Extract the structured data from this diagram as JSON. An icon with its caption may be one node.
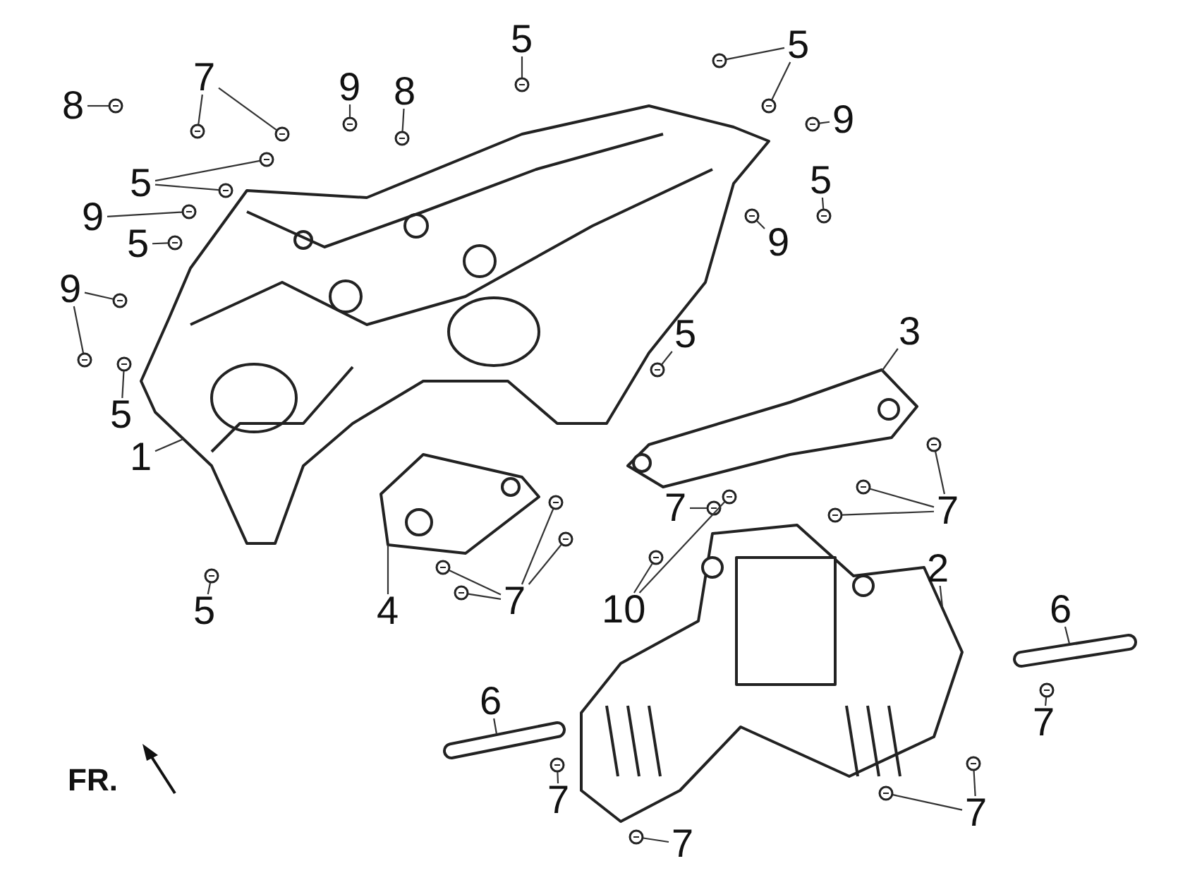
{
  "diagram": {
    "nodes": [
      {
        "text": [
          "8"
        ]
      },
      {
        "text": [
          "7"
        ]
      },
      {
        "text": [
          "9"
        ]
      },
      {
        "text": [
          "8"
        ]
      },
      {
        "text": [
          "5"
        ]
      },
      {
        "text": [
          "5"
        ]
      },
      {
        "text": [
          "9"
        ]
      },
      {
        "text": [
          "5"
        ]
      },
      {
        "text": [
          "9"
        ]
      },
      {
        "text": [
          "5"
        ]
      },
      {
        "text": [
          "5"
        ]
      },
      {
        "text": [
          "9"
        ]
      },
      {
        "text": [
          "9"
        ]
      },
      {
        "text": [
          "5"
        ]
      },
      {
        "text": [
          "5"
        ]
      },
      {
        "text": [
          "3"
        ]
      },
      {
        "text": [
          "1"
        ]
      },
      {
        "text": [
          "5"
        ]
      },
      {
        "text": [
          "7"
        ]
      },
      {
        "text": [
          "7"
        ]
      },
      {
        "text": [
          "4"
        ]
      },
      {
        "text": [
          "7"
        ]
      },
      {
        "text": [
          "10"
        ]
      },
      {
        "text": [
          "2"
        ]
      },
      {
        "text": [
          "6"
        ]
      },
      {
        "text": [
          "7"
        ]
      },
      {
        "text": [
          "6"
        ]
      },
      {
        "text": [
          "7"
        ]
      },
      {
        "text": [
          "7"
        ]
      },
      {
        "text": [
          "7"
        ]
      },
      {
        "text": [],
        "shape": "picture"
      },
      {
        "text": [],
        "shape": "picture"
      },
      {
        "text": [],
        "shape": "picture"
      },
      {
        "text": [],
        "shape": "picture"
      },
      {
        "text": [],
        "shape": "picture"
      },
      {
        "text": [],
        "shape": "picture"
      },
      {
        "text": [],
        "shape": "picture"
      },
      {
        "text": [],
        "shape": "picture"
      },
      {
        "text": [],
        "shape": "picture"
      },
      {
        "text": [],
        "shape": "picture"
      },
      {
        "text": [],
        "shape": "picture"
      },
      {
        "text": [],
        "shape": "picture"
      },
      {
        "text": [],
        "shape": "picture"
      },
      {
        "text": [],
        "shape": "picture"
      },
      {
        "text": [],
        "shape": "picture"
      },
      {
        "text": [],
        "shape": "picture"
      },
      {
        "text": [],
        "shape": "picture"
      },
      {
        "text": [],
        "shape": "picture"
      },
      {
        "text": [],
        "shape": "picture"
      },
      {
        "text": [],
        "shape": "picture"
      },
      {
        "text": [],
        "shape": "picture"
      },
      {
        "text": [],
        "shape": "picture"
      },
      {
        "text": [],
        "shape": "picture"
      },
      {
        "text": [],
        "shape": "picture"
      },
      {
        "text": [],
        "shape": "picture"
      },
      {
        "text": [],
        "shape": "picture"
      },
      {
        "text": [],
        "shape": "picture"
      },
      {
        "text": [],
        "shape": "picture"
      },
      {
        "text": [],
        "shape": "picture"
      },
      {
        "text": [],
        "shape": "picture"
      },
      {
        "text": [],
        "shape": "picture"
      },
      {
        "text": [],
        "shape": "picture"
      },
      {
        "text": [],
        "shape": "picture"
      },
      {
        "text": [],
        "shape": "picture"
      },
      {
        "text": [],
        "shape": "picture"
      },
      {
        "text": [],
        "shape": "picture"
      },
      {
        "text": [],
        "shape": "picture"
      },
      {
        "text": [],
        "shape": "picture"
      },
      {
        "text": [],
        "shape": "picture"
      },
      {
        "text": [],
        "shape": "picture"
      },
      {
        "text": [],
        "shape": "picture"
      }
    ],
    "edges": [
      {
        "from": 0,
        "to": 36,
        "arrow": "none"
      },
      {
        "from": 1,
        "to": 37,
        "arrow": "none"
      },
      {
        "from": 1,
        "to": 38,
        "arrow": "none"
      },
      {
        "from": 2,
        "to": 39,
        "arrow": "none"
      },
      {
        "from": 3,
        "to": 40,
        "arrow": "none"
      },
      {
        "from": 4,
        "to": 41,
        "arrow": "none"
      },
      {
        "from": 5,
        "to": 42,
        "arrow": "none"
      },
      {
        "from": 5,
        "to": 43,
        "arrow": "none"
      },
      {
        "from": 6,
        "to": 44,
        "arrow": "none"
      },
      {
        "from": 7,
        "to": 45,
        "arrow": "none"
      },
      {
        "from": 7,
        "to": 46,
        "arrow": "none"
      },
      {
        "from": 8,
        "to": 47,
        "arrow": "none"
      },
      {
        "from": 9,
        "to": 48,
        "arrow": "none"
      },
      {
        "from": 10,
        "to": 49,
        "arrow": "none"
      },
      {
        "from": 11,
        "to": 50,
        "arrow": "none"
      },
      {
        "from": 12,
        "to": 51,
        "arrow": "none"
      },
      {
        "from": 12,
        "to": 52,
        "arrow": "none"
      },
      {
        "from": 13,
        "to": 53,
        "arrow": "none"
      },
      {
        "from": 14,
        "to": 54,
        "arrow": "none"
      },
      {
        "from": 15,
        "to": 31,
        "arrow": "none"
      },
      {
        "from": 16,
        "to": 30,
        "arrow": "none"
      },
      {
        "from": 17,
        "to": 55,
        "arrow": "none"
      },
      {
        "from": 18,
        "to": 56,
        "arrow": "none"
      },
      {
        "from": 19,
        "to": 57,
        "arrow": "none"
      },
      {
        "from": 19,
        "to": 58,
        "arrow": "none"
      },
      {
        "from": 19,
        "to": 59,
        "arrow": "none"
      },
      {
        "from": 20,
        "to": 32,
        "arrow": "none"
      },
      {
        "from": 21,
        "to": 60,
        "arrow": "none"
      },
      {
        "from": 21,
        "to": 61,
        "arrow": "none"
      },
      {
        "from": 21,
        "to": 62,
        "arrow": "none"
      },
      {
        "from": 21,
        "to": 63,
        "arrow": "none"
      },
      {
        "from": 22,
        "to": 64,
        "arrow": "none"
      },
      {
        "from": 23,
        "to": 33,
        "arrow": "none"
      },
      {
        "from": 24,
        "to": 35,
        "arrow": "none"
      },
      {
        "from": 25,
        "to": 65,
        "arrow": "none"
      },
      {
        "from": 26,
        "to": 34,
        "arrow": "none"
      },
      {
        "from": 27,
        "to": 66,
        "arrow": "none"
      },
      {
        "from": 28,
        "to": 67,
        "arrow": "none"
      },
      {
        "from": 28,
        "to": 68,
        "arrow": "none"
      },
      {
        "from": 29,
        "to": 69,
        "arrow": "none"
      },
      {
        "from": 22,
        "to": 70,
        "arrow": "none"
      }
    ],
    "labels": [
      "FR."
    ]
  }
}
